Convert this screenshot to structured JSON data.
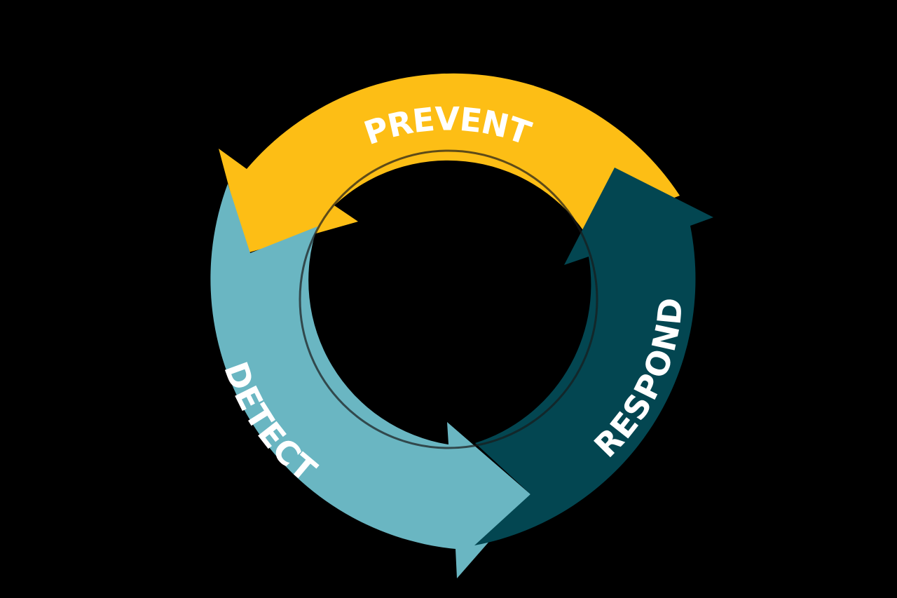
{
  "diagram": {
    "type": "cycle",
    "direction": "counter-clockwise",
    "background": "#000000",
    "label_color": "#ffffff",
    "segments": [
      {
        "id": "prevent",
        "label": "PREVENT",
        "color": "#FDBE15"
      },
      {
        "id": "detect",
        "label": "DETECT",
        "color": "#6AB6C2"
      },
      {
        "id": "respond",
        "label": "RESPOND",
        "color": "#034651"
      }
    ]
  }
}
